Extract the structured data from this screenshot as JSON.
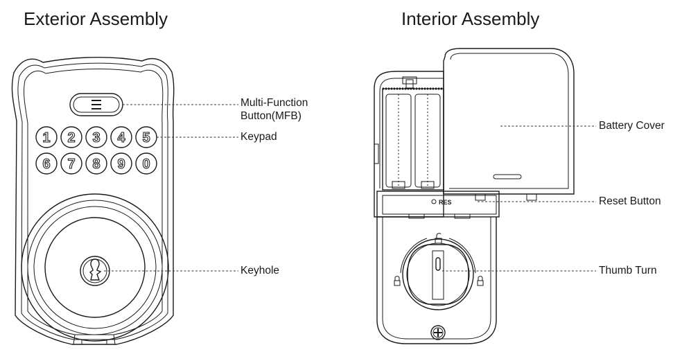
{
  "headings": {
    "exterior": "Exterior Assembly",
    "interior": "Interior Assembly"
  },
  "exterior_labels": {
    "mfb_line1": "Multi-Function",
    "mfb_line2": "Button(MFB)",
    "keypad": "Keypad",
    "keyhole": "Keyhole"
  },
  "interior_labels": {
    "battery_cover": "Battery Cover",
    "reset_button": "Reset Button",
    "thumb_turn": "Thumb Turn"
  },
  "keypad": {
    "row1": [
      "1",
      "2",
      "3",
      "4",
      "5"
    ],
    "row2": [
      "6",
      "7",
      "8",
      "9",
      "0"
    ]
  },
  "reset_marking": "RES",
  "icons": {
    "mfb": "menu-icon",
    "lock_left": "padlock-closed-icon",
    "lock_right": "padlock-closed-icon",
    "lock_top": "padlock-open-icon",
    "screw": "screw-icon"
  }
}
